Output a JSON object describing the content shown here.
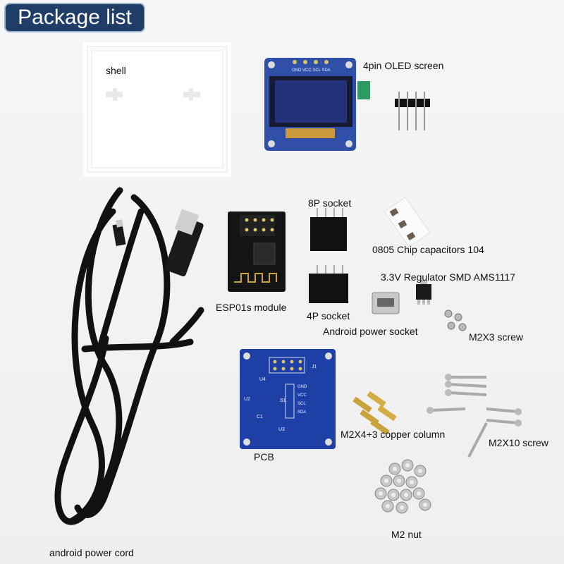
{
  "title": "Package list",
  "labels": {
    "shell": "shell",
    "oled": "4pin OLED screen",
    "socket8": "8P socket",
    "capacitors": "0805 Chip capacitors 104",
    "regulator": "3.3V Regulator SMD AMS1117",
    "esp": "ESP01s module",
    "socket4": "4P socket",
    "power_socket": "Android power socket",
    "m2x3": "M2X3 screw",
    "pcb": "PCB",
    "copper": "M2X4+3 copper column",
    "m2x10": "M2X10 screw",
    "nut": "M2 nut",
    "cord": "android power cord"
  },
  "oled_pins": "GND VCC SCL SDA",
  "pcb_marks": {
    "u4": "U4",
    "u2": "U2",
    "u3": "U3",
    "c1": "C1",
    "j1": "J1",
    "s1": "S1",
    "gnd": "GND",
    "vcc": "VCC",
    "scl": "SCL",
    "sda": "SDA"
  },
  "colors": {
    "title_bg": "#1f3d66",
    "pcb_blue": "#1d3fa6",
    "oled_blue": "#273d8c",
    "cable": "#111111"
  }
}
